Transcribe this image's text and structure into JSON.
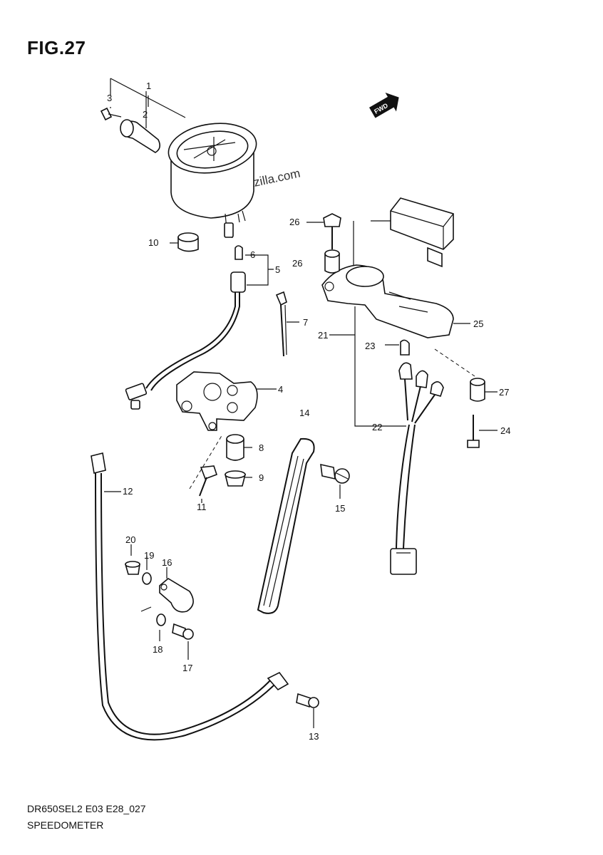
{
  "figure": {
    "title": "FIG.27",
    "model_code": "DR650SEL2 E03 E28_027",
    "section_name": "SPEEDOMETER",
    "watermark": "© Partzilla.com",
    "direction_tag": "FWD"
  },
  "callouts": [
    {
      "id": "p1",
      "label": "1"
    },
    {
      "id": "p2",
      "label": "2"
    },
    {
      "id": "p3",
      "label": "3"
    },
    {
      "id": "p4",
      "label": "4"
    },
    {
      "id": "p5",
      "label": "5"
    },
    {
      "id": "p6",
      "label": "6"
    },
    {
      "id": "p7",
      "label": "7"
    },
    {
      "id": "p8",
      "label": "8"
    },
    {
      "id": "p9",
      "label": "9"
    },
    {
      "id": "p10",
      "label": "10"
    },
    {
      "id": "p11",
      "label": "11"
    },
    {
      "id": "p12",
      "label": "12"
    },
    {
      "id": "p13",
      "label": "13"
    },
    {
      "id": "p14",
      "label": "14"
    },
    {
      "id": "p15",
      "label": "15"
    },
    {
      "id": "p16",
      "label": "16"
    },
    {
      "id": "p17",
      "label": "17"
    },
    {
      "id": "p18",
      "label": "18"
    },
    {
      "id": "p19",
      "label": "19"
    },
    {
      "id": "p20",
      "label": "20"
    },
    {
      "id": "p21",
      "label": "21"
    },
    {
      "id": "p22",
      "label": "22"
    },
    {
      "id": "p23",
      "label": "23"
    },
    {
      "id": "p24",
      "label": "24"
    },
    {
      "id": "p25",
      "label": "25"
    },
    {
      "id": "p26a",
      "label": "26"
    },
    {
      "id": "p26b",
      "label": "26"
    },
    {
      "id": "p27",
      "label": "27"
    }
  ]
}
